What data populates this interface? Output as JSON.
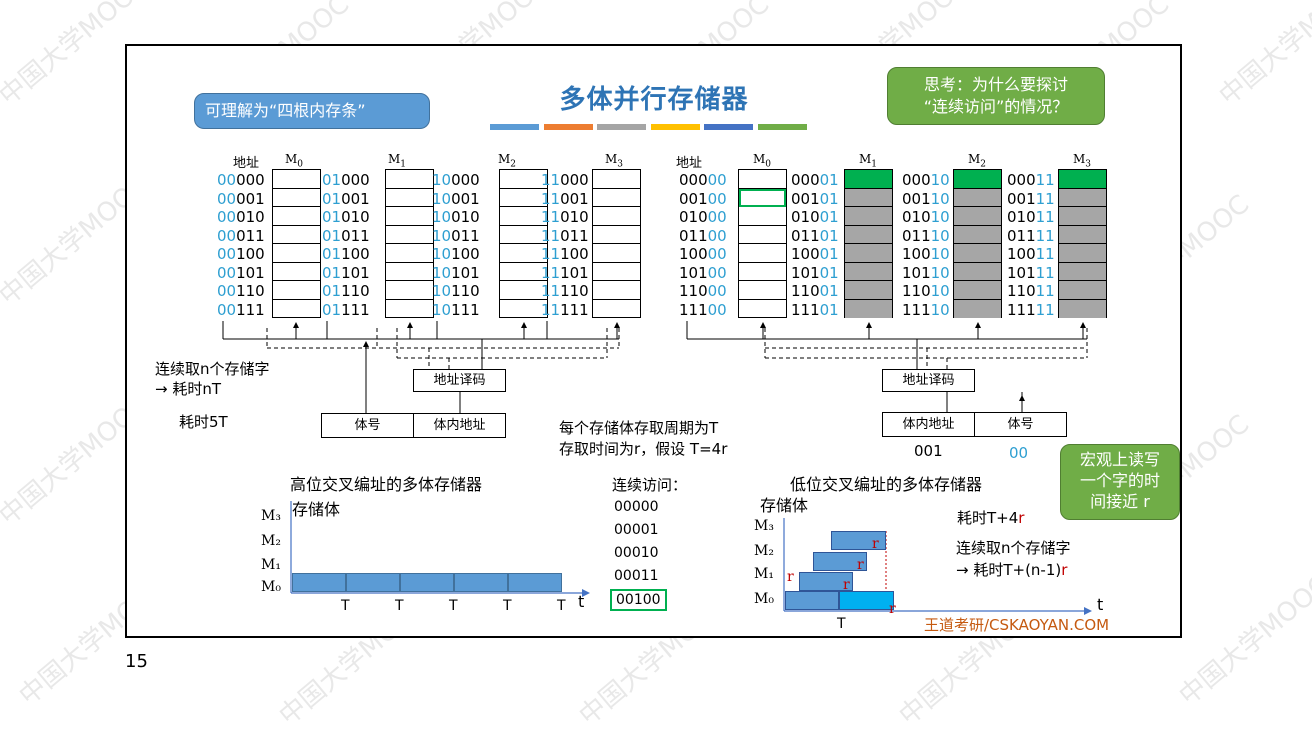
{
  "page_number": "15",
  "watermark": "中国大学MOOC",
  "title": "多体并行存储器",
  "color_bars": [
    "#5b9bd5",
    "#ed7d31",
    "#a5a5a5",
    "#ffc000",
    "#4472c4",
    "#70ad47"
  ],
  "bubble_left": "可理解为“四根内存条”",
  "bubble_right": [
    "思考：为什么要探讨",
    "“连续访问”的情况？"
  ],
  "bubble_bottom": [
    "宏观上读写",
    "一个字的时",
    "间接近 r"
  ],
  "high": {
    "addr_label": "地址",
    "modules": [
      "M",
      "M",
      "M",
      "M"
    ],
    "module_subs": [
      "0",
      "1",
      "2",
      "3"
    ],
    "prefixes": [
      "00",
      "01",
      "10",
      "11"
    ],
    "suffixes": [
      "000",
      "001",
      "010",
      "011",
      "100",
      "101",
      "110",
      "111"
    ],
    "decoder": "地址译码",
    "field1": "体号",
    "field2": "体内地址",
    "note_line1": "连续取n个存储字",
    "note_line2": "→ 耗时nT",
    "note_line3": "耗时5T",
    "diagram_title": "高位交叉编址的多体存储器",
    "axis_label": "存储体",
    "rows": [
      "M₃",
      "M₂",
      "M₁",
      "M₀"
    ],
    "t_label": "t",
    "T_label": "T"
  },
  "low": {
    "addr_label": "地址",
    "modules": [
      "M",
      "M",
      "M",
      "M"
    ],
    "module_subs": [
      "0",
      "1",
      "2",
      "3"
    ],
    "prefixes": [
      "000",
      "001",
      "010",
      "011",
      "100",
      "101",
      "110",
      "111"
    ],
    "suffixes": [
      "00",
      "01",
      "10",
      "11"
    ],
    "decoder": "地址译码",
    "field1": "体内地址",
    "field2": "体号",
    "field1_value": "001",
    "field2_value": "00",
    "diagram_title": "低位交叉编址的多体存储器",
    "axis_label": "存储体",
    "rows": [
      "M₃",
      "M₂",
      "M₁",
      "M₀"
    ],
    "time_line1": "耗时T+4",
    "time_line1_r": "r",
    "time_line2": "连续取n个存储字",
    "time_line3": "→ 耗时T+(n-1)",
    "time_line3_r": "r",
    "r": "r",
    "t_label": "t",
    "T_label": "T"
  },
  "middle": {
    "cycle_line1": "每个存储体存取周期为T",
    "cycle_line2": "存取时间为r，假设 T=4r",
    "seq_title": "连续访问：",
    "seq": [
      "00000",
      "00001",
      "00010",
      "00011",
      "00100"
    ]
  },
  "brand": "王道考研/CSKAOYAN.COM"
}
